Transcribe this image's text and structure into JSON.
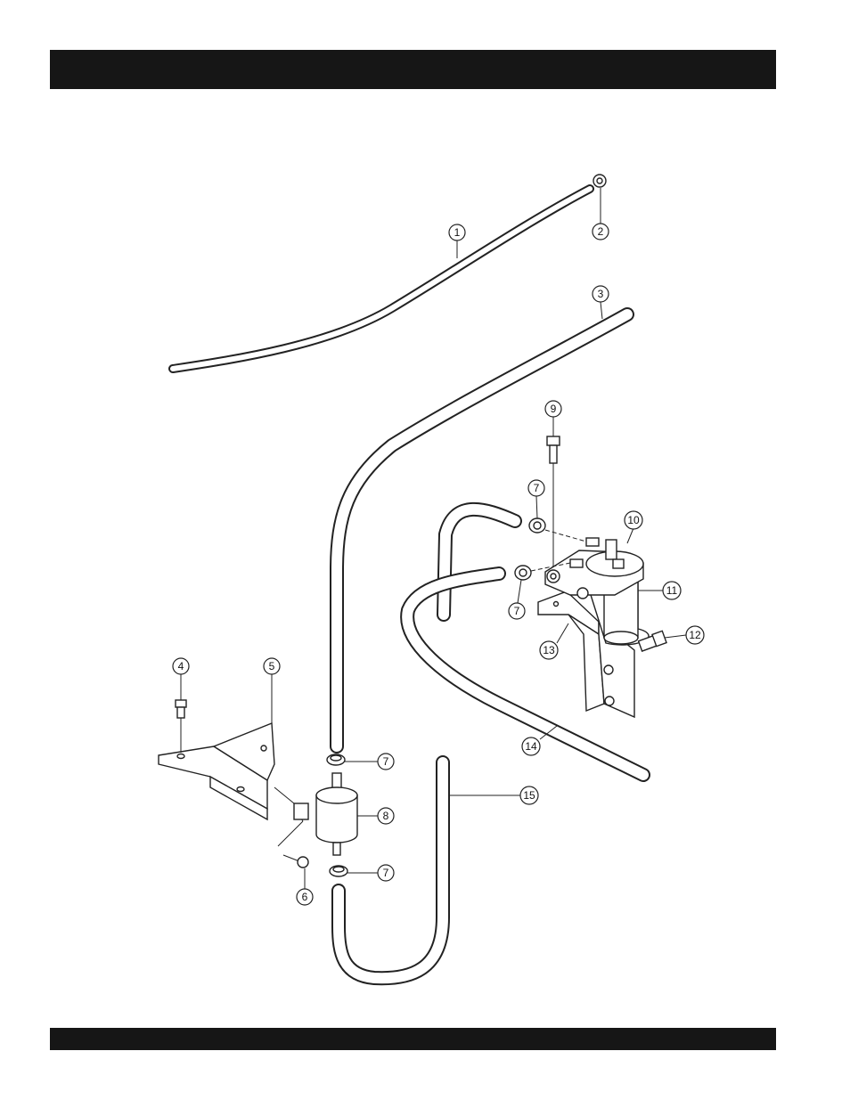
{
  "header": {
    "title": ""
  },
  "footer": {
    "text": ""
  },
  "diagram": {
    "callouts": [
      {
        "id": "c1",
        "label": "1"
      },
      {
        "id": "c2",
        "label": "2"
      },
      {
        "id": "c3",
        "label": "3"
      },
      {
        "id": "c4",
        "label": "4"
      },
      {
        "id": "c5",
        "label": "5"
      },
      {
        "id": "c6",
        "label": "6"
      },
      {
        "id": "c7a",
        "label": "7"
      },
      {
        "id": "c7b",
        "label": "7"
      },
      {
        "id": "c7c",
        "label": "7"
      },
      {
        "id": "c7d",
        "label": "7"
      },
      {
        "id": "c8",
        "label": "8"
      },
      {
        "id": "c9",
        "label": "9"
      },
      {
        "id": "c10",
        "label": "10"
      },
      {
        "id": "c11",
        "label": "11"
      },
      {
        "id": "c12",
        "label": "12"
      },
      {
        "id": "c13",
        "label": "13"
      },
      {
        "id": "c14",
        "label": "14"
      },
      {
        "id": "c15",
        "label": "15"
      }
    ]
  }
}
